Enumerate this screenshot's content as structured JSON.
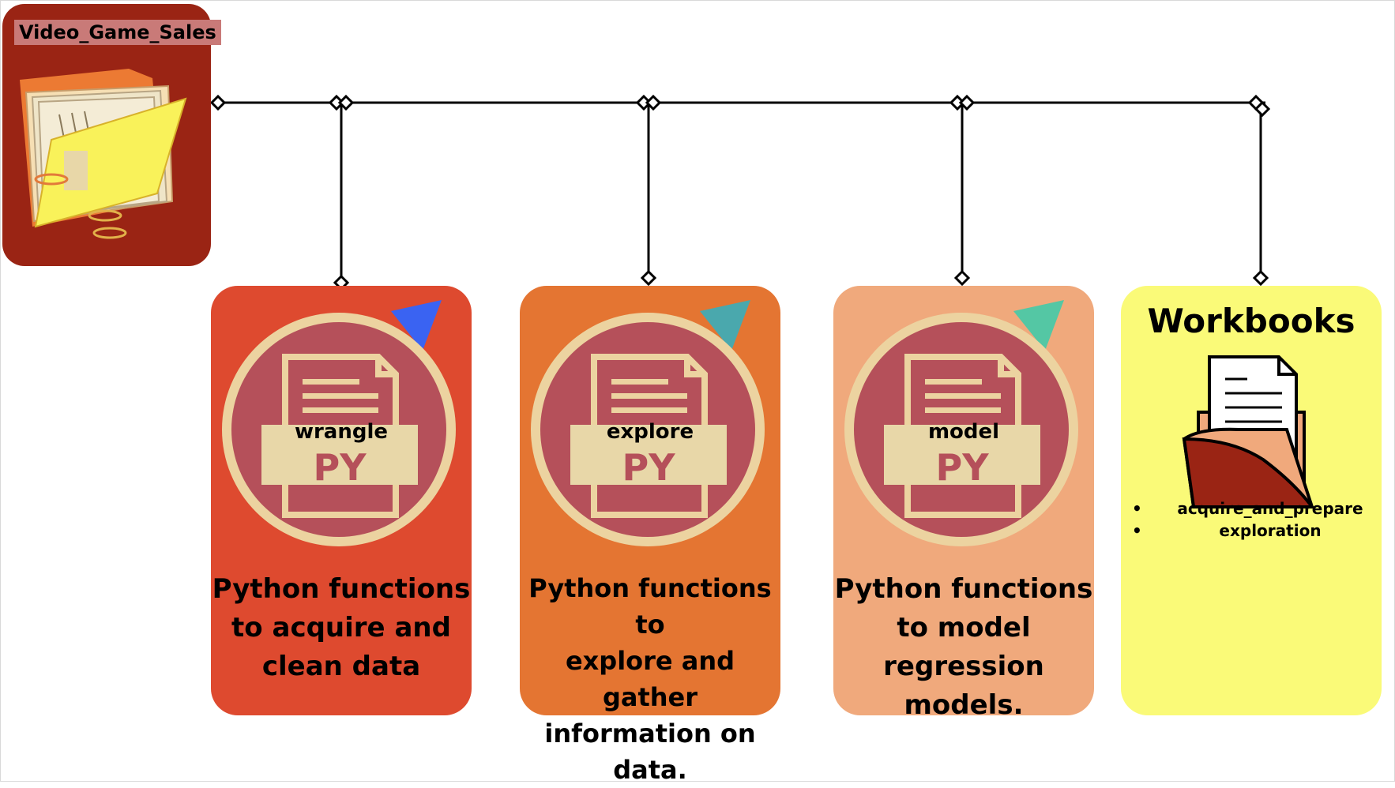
{
  "root": {
    "label": "Video_Game_Sales",
    "icon": "folder-with-papers-icon"
  },
  "colors": {
    "root_bg": "#9a2414",
    "wrangle_bg": "#de4a2f",
    "explore_bg": "#e47532",
    "model_bg": "#f0a97c",
    "workbooks_bg": "#fafa78",
    "connector": "#000000"
  },
  "cards": [
    {
      "label": "wrangle",
      "icon": "python-file-icon",
      "description": [
        "Python functions",
        "to acquire and",
        "clean data"
      ]
    },
    {
      "label": "explore",
      "icon": "python-file-icon",
      "description": [
        "Python functions to",
        "explore and gather",
        "information on",
        "data."
      ]
    },
    {
      "label": "model",
      "icon": "python-file-icon",
      "description": [
        "Python functions",
        "to model",
        "regression models."
      ]
    }
  ],
  "workbooks": {
    "title": "Workbooks",
    "icon": "open-folder-document-icon",
    "items": [
      "acquire_and_prepare",
      "exploration"
    ]
  }
}
